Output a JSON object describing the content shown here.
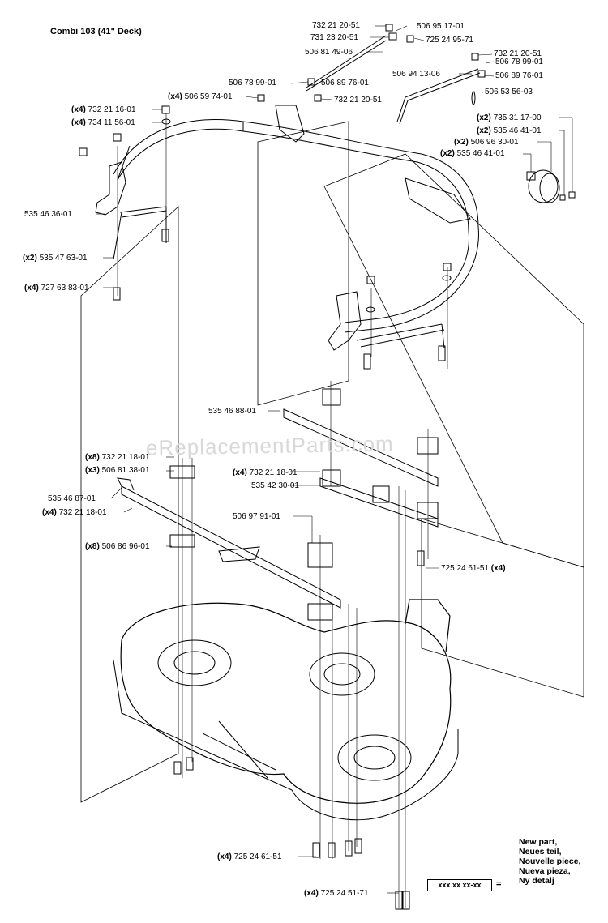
{
  "title": "Combi 103 (41\" Deck)",
  "watermark": "eReplacementParts.com",
  "labels": [
    {
      "id": "l1",
      "qty": "",
      "part": "732 21 20-51"
    },
    {
      "id": "l2",
      "qty": "",
      "part": "506 95 17-01"
    },
    {
      "id": "l3",
      "qty": "",
      "part": "731 23 20-51"
    },
    {
      "id": "l4",
      "qty": "",
      "part": "725 24 95-71"
    },
    {
      "id": "l5",
      "qty": "",
      "part": "506 81 49-06"
    },
    {
      "id": "l6",
      "qty": "",
      "part": "732 21 20-51"
    },
    {
      "id": "l7",
      "qty": "",
      "part": "506 78 99-01"
    },
    {
      "id": "l8",
      "qty": "",
      "part": "506 94 13-06"
    },
    {
      "id": "l9",
      "qty": "",
      "part": "506 89 76-01"
    },
    {
      "id": "l10",
      "qty": "",
      "part": "506 78 99-01"
    },
    {
      "id": "l11",
      "qty": "",
      "part": "506 89 76-01"
    },
    {
      "id": "l12",
      "qty": "",
      "part": "506 53 56-03"
    },
    {
      "id": "l13",
      "qty": "(x4)",
      "part": "506 59 74-01"
    },
    {
      "id": "l14",
      "qty": "",
      "part": "732 21 20-51"
    },
    {
      "id": "l15",
      "qty": "(x4)",
      "part": "732 21 16-01"
    },
    {
      "id": "l16",
      "qty": "(x4)",
      "part": "734 11 56-01"
    },
    {
      "id": "l17",
      "qty": "(x2)",
      "part": "735 31 17-00"
    },
    {
      "id": "l18",
      "qty": "(x2)",
      "part": "535 46 41-01"
    },
    {
      "id": "l19",
      "qty": "(x2)",
      "part": "506 96 30-01"
    },
    {
      "id": "l20",
      "qty": "(x2)",
      "part": "535 46 41-01"
    },
    {
      "id": "l21",
      "qty": "",
      "part": "535 46 36-01"
    },
    {
      "id": "l22",
      "qty": "(x2)",
      "part": "535 47 63-01"
    },
    {
      "id": "l23",
      "qty": "(x4)",
      "part": "727 63 83-01"
    },
    {
      "id": "l24",
      "qty": "",
      "part": "535 46 88-01"
    },
    {
      "id": "l25",
      "qty": "(x8)",
      "part": "732 21 18-01"
    },
    {
      "id": "l26",
      "qty": "(x3)",
      "part": "506 81 38-01"
    },
    {
      "id": "l27",
      "qty": "(x4)",
      "part": "732 21 18-01"
    },
    {
      "id": "l28",
      "qty": "",
      "part": "535 42 30-01"
    },
    {
      "id": "l29",
      "qty": "",
      "part": "535 46 87-01"
    },
    {
      "id": "l30",
      "qty": "(x4)",
      "part": "732 21 18-01"
    },
    {
      "id": "l31",
      "qty": "",
      "part": "506 97 91-01"
    },
    {
      "id": "l32",
      "qty": "(x8)",
      "part": "506 86 96-01"
    },
    {
      "id": "l33",
      "qty": "(x4)",
      "part": "725 24 61-51",
      "qty_after": true
    },
    {
      "id": "l34",
      "qty": "(x4)",
      "part": "725 24 61-51"
    },
    {
      "id": "l35",
      "qty": "(x4)",
      "part": "725 24 51-71"
    }
  ],
  "legend": {
    "lines": [
      "New part,",
      "Neues teil,",
      "Nouvelle piece,",
      "Nueva pieza,",
      "Ny detalj"
    ],
    "box_text": "xxx xx xx-xx",
    "equals": "="
  }
}
